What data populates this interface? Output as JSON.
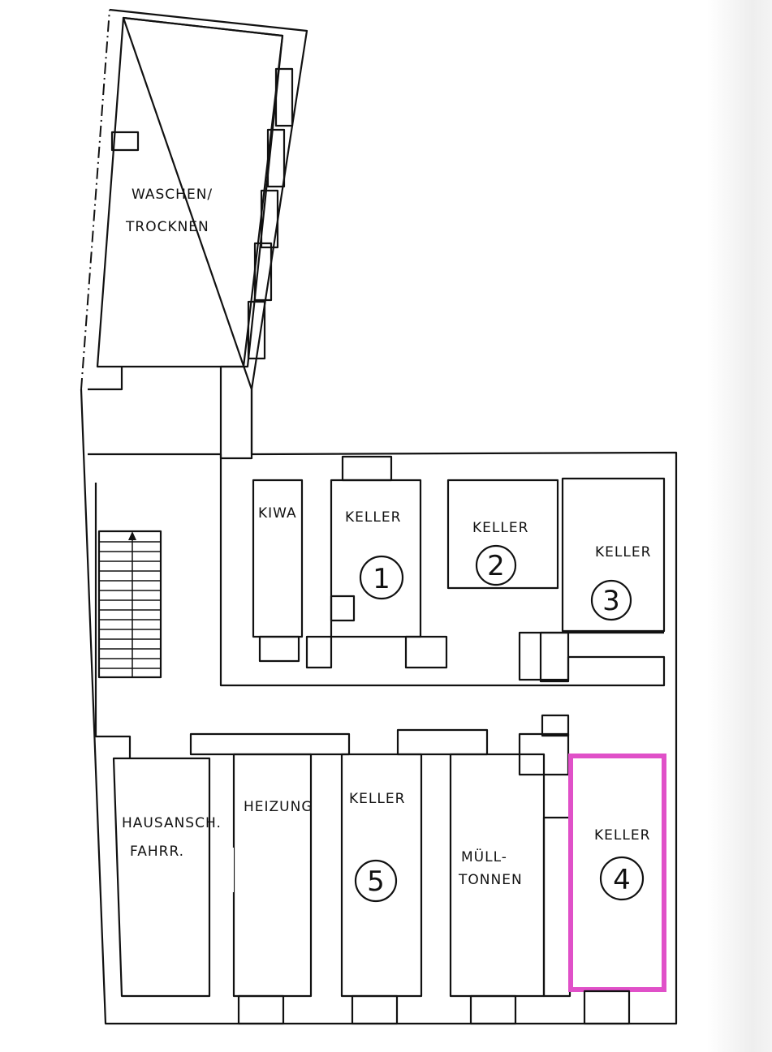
{
  "title": "Kellergeschoss Grundriss",
  "highlight_color": "#e050c8",
  "rooms": {
    "wasch_line1": "WASCHEN/",
    "wasch_line2": "TROCKNEN",
    "kiwa": "KIWA",
    "keller1": "KELLER",
    "keller1_num": "1",
    "keller2": "KELLER",
    "keller2_num": "2",
    "keller3": "KELLER",
    "keller3_num": "3",
    "hausansch_line1": "HAUSANSCH.",
    "hausansch_line2": "FAHRR.",
    "heizung": "HEIZUNG",
    "keller5": "KELLER",
    "keller5_num": "5",
    "muell_line1": "MÜLL-",
    "muell_line2": "TONNEN",
    "keller4": "KELLER",
    "keller4_num": "4"
  }
}
